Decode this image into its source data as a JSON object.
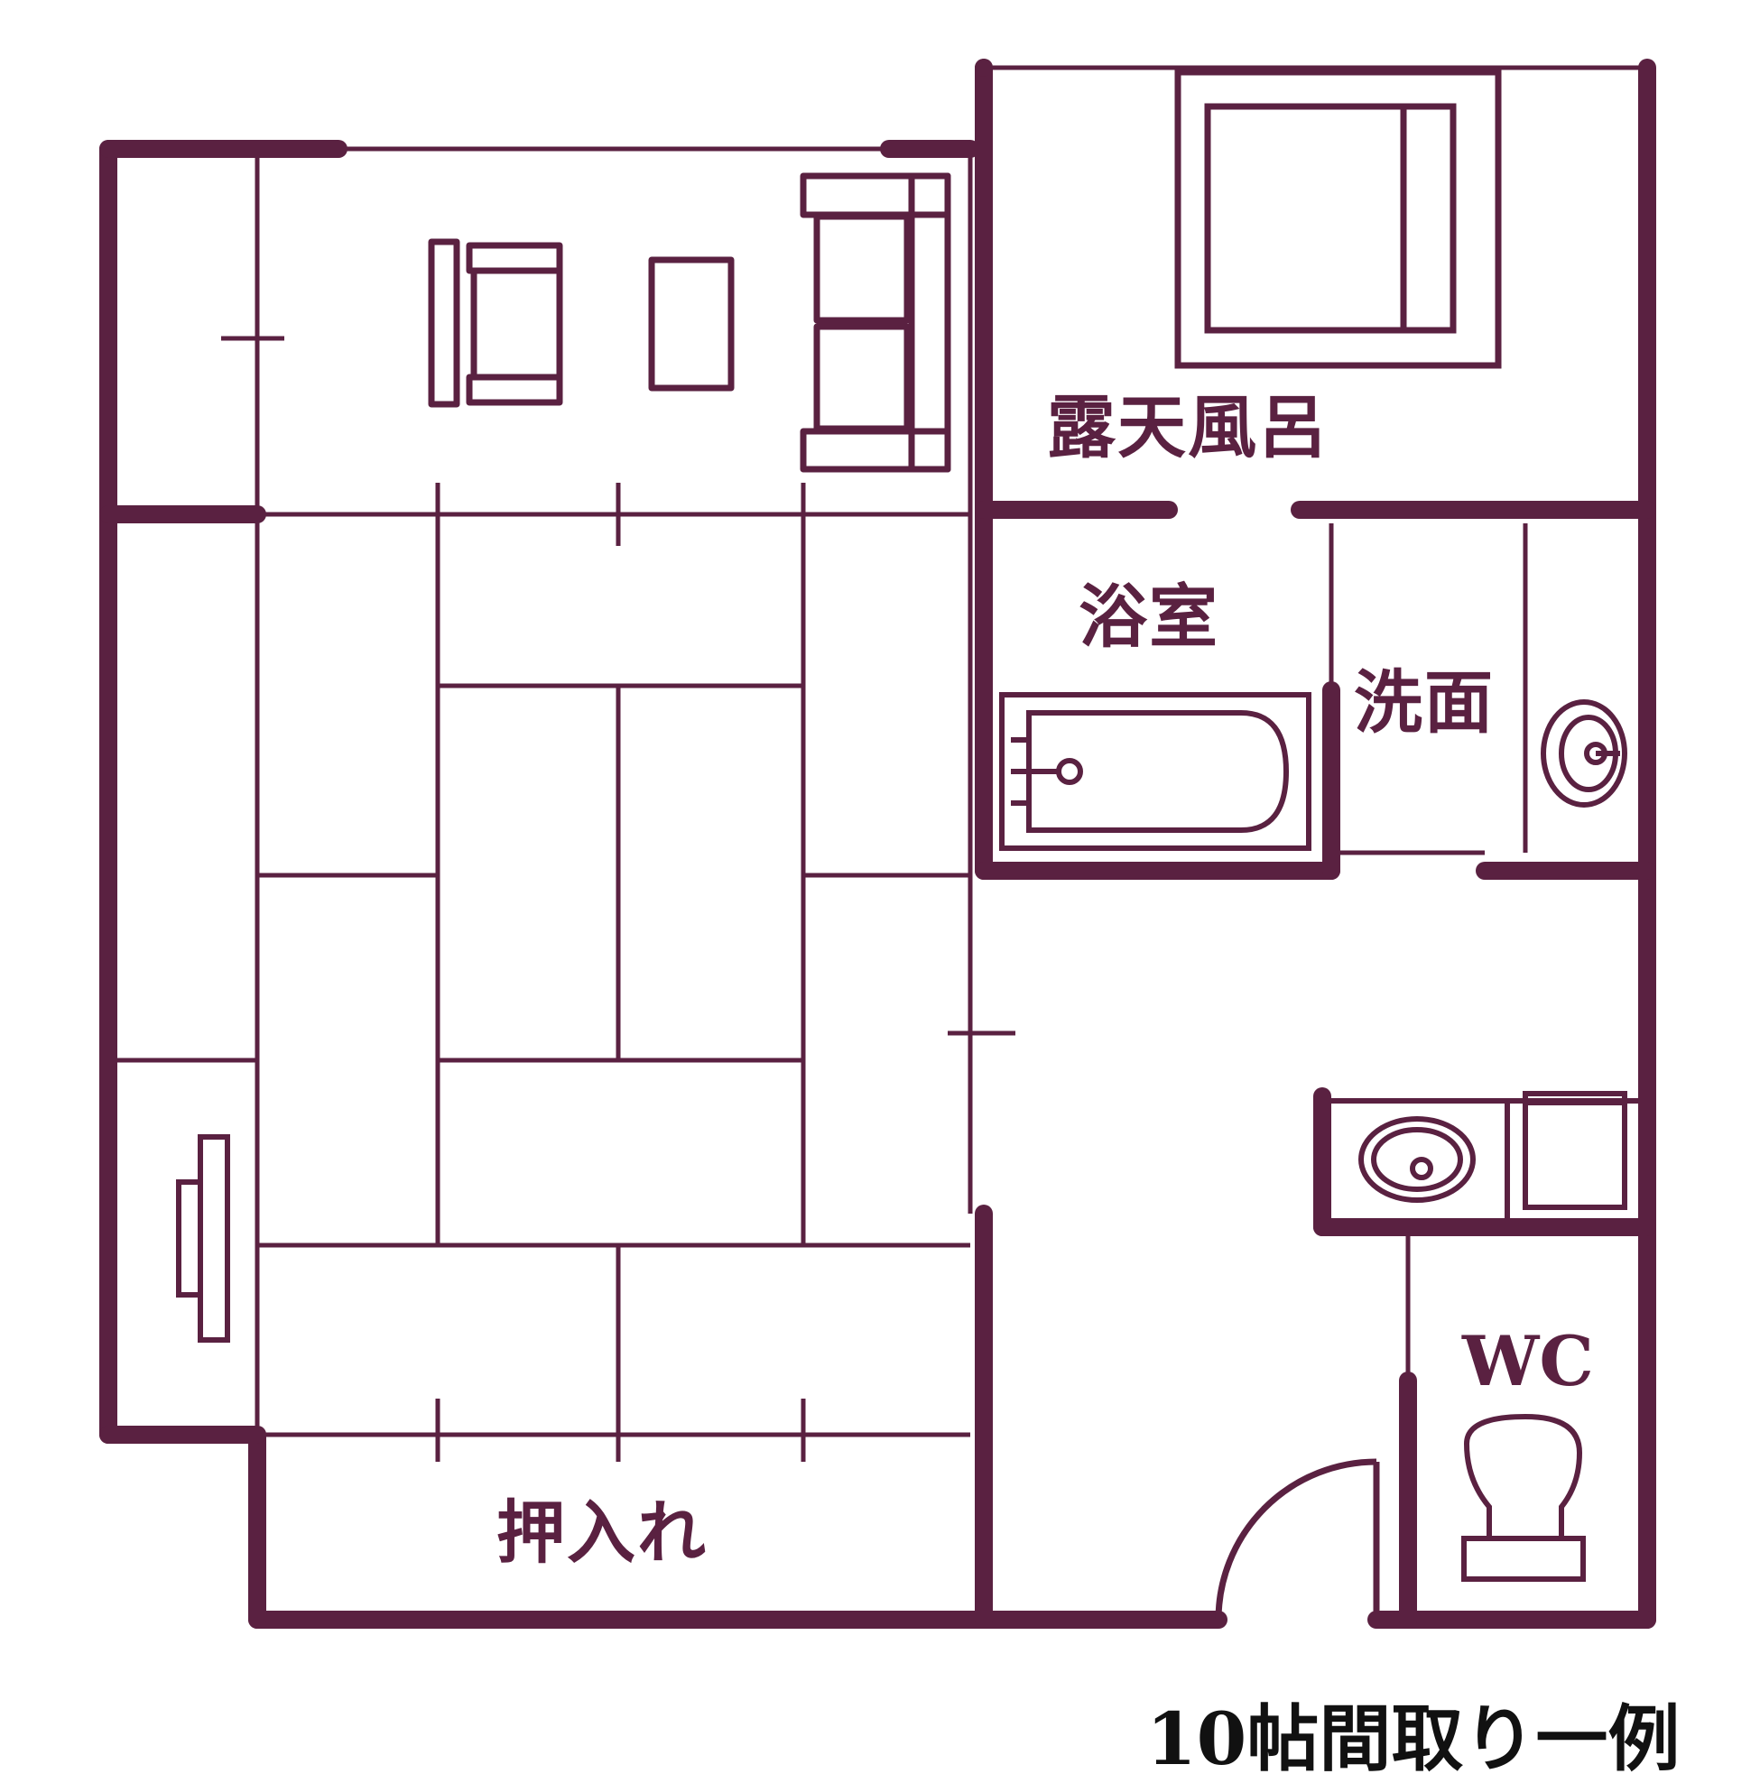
{
  "colors": {
    "wall": "#5a2141",
    "caption": "#111111",
    "background": "#ffffff"
  },
  "rooms": {
    "rotenburo": "露天風呂",
    "yokushitsu": "浴室",
    "senmen": "洗面",
    "wc": "WC",
    "oshiire": "押入れ"
  },
  "caption": "10帖間取り一例"
}
